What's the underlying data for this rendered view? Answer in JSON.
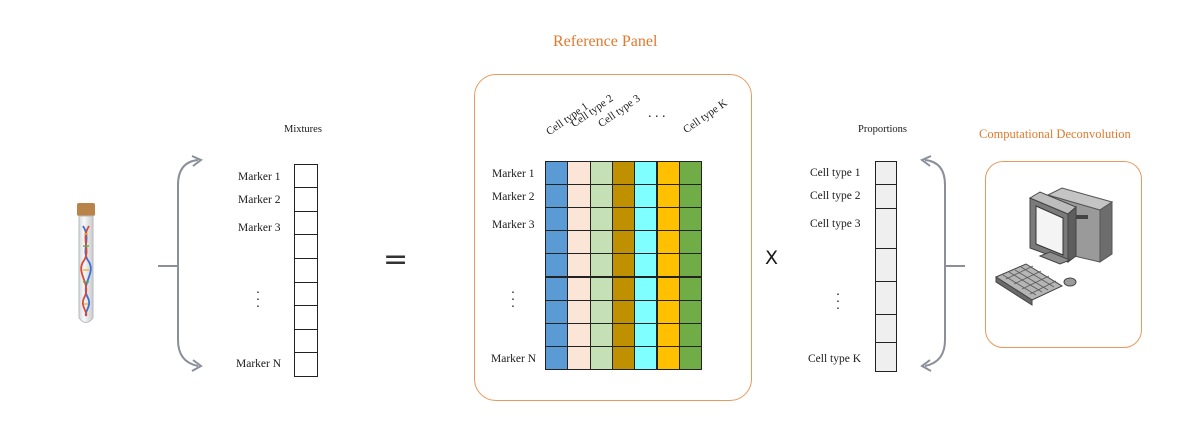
{
  "panel_title": "Reference Panel",
  "deconv_title": "Computational Deconvolution",
  "mixtures": {
    "title": "Mixtures",
    "markers": [
      "Marker 1",
      "Marker 2",
      "Marker 3"
    ],
    "last_marker": "Marker N"
  },
  "reference": {
    "markers": [
      "Marker 1",
      "Marker 2",
      "Marker 3"
    ],
    "last_marker": "Marker N",
    "columns": [
      "Cell type 1",
      "Cell type 2",
      "Cell type 3"
    ],
    "last_column": "Cell type K",
    "column_colors": [
      "#5B9BD5",
      "#FBE5D6",
      "#C5E0B4",
      "#BF9000",
      "#7FFFFF",
      "#FFC000",
      "#70AD47"
    ]
  },
  "proportions": {
    "title": "Proportions",
    "items": [
      "Cell type 1",
      "Cell type 2",
      "Cell type 3"
    ],
    "last_item": "Cell type K"
  },
  "operators": {
    "equals": "=",
    "times": "X",
    "hdots": ". . ."
  },
  "icons": [
    "test-tube-dna-icon",
    "computer-icon"
  ],
  "accent_color": "#E07A2E"
}
